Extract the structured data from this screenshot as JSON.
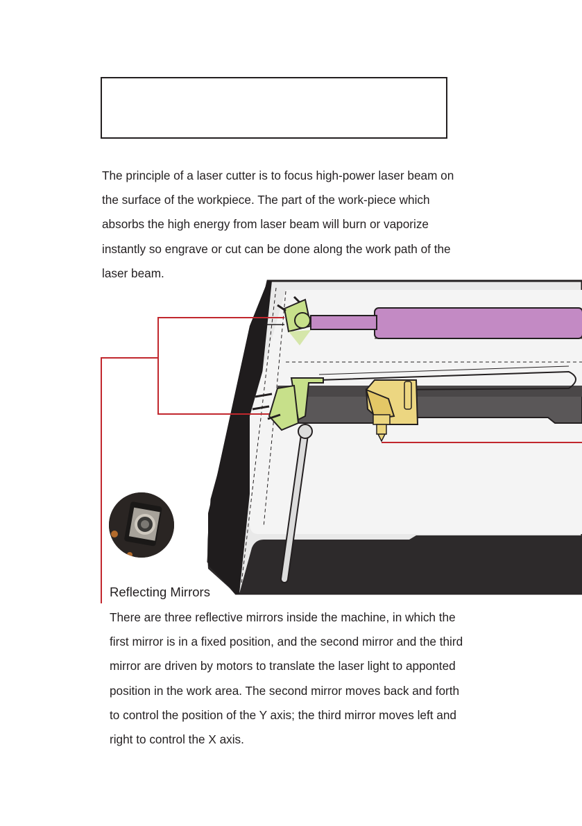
{
  "page": {
    "title_box_text": "",
    "intro_paragraph": "The principle of a laser cutter is to focus high-power laser beam on the surface of the workpiece. The part of the work-piece which absorbs the high energy from laser beam will burn or vaporize instantly so engrave or cut can be done along the work path of the laser beam.",
    "section": {
      "heading": "Reflecting Mirrors",
      "body": "There are three reflective mirrors inside the machine, in which the first mirror is in a fixed position, and the second mirror and the third mirror are driven by motors to translate the laser light to apponted position in the work area. The second mirror moves back and forth to control the position of the Y axis; the third mirror moves left and right to control the X axis."
    }
  },
  "illustration": {
    "subject": "laser cutter interior with three mirrors",
    "colors": {
      "callout_line": "#c1272d",
      "laser_tube": "#c38ac4",
      "mirror_mount": "#c7e08a",
      "laser_head": "#ecd681",
      "case_dark": "#2d2a2b",
      "case_lid": "#e8e8e8",
      "rail": "#5a5758"
    }
  },
  "photo": {
    "subject": "mirror-mount-photo"
  }
}
